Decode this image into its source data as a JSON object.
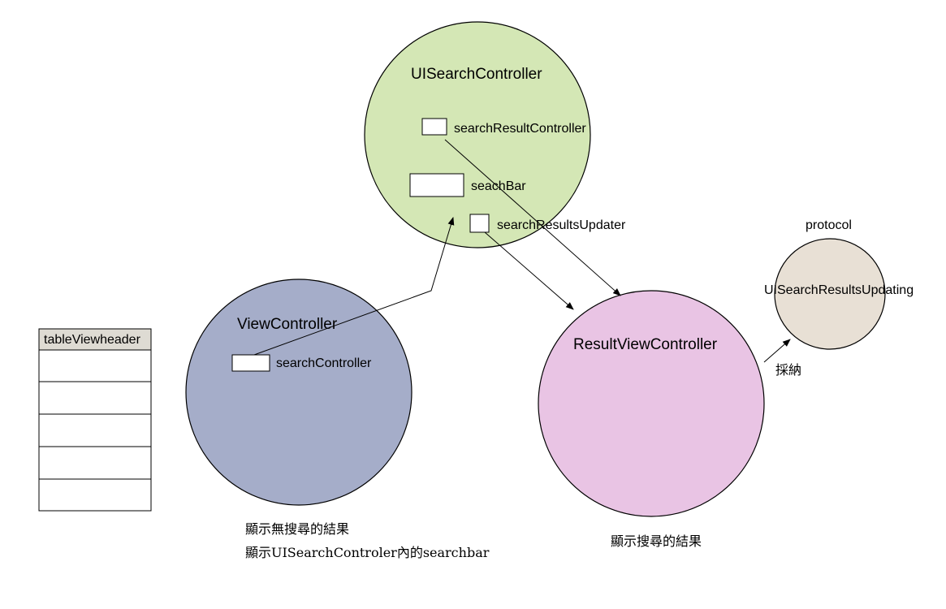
{
  "colors": {
    "ui_search_controller": "#d4e7b5",
    "view_controller": "#a5adc9",
    "result_view_controller": "#e9c4e4",
    "protocol": "#e8e0d5",
    "table_header": "#dedbd3"
  },
  "ui_search_controller": {
    "title": "UISearchController",
    "search_result_controller": "searchResultController",
    "search_bar": "seachBar",
    "search_results_updater": "searchResultsUpdater"
  },
  "view_controller": {
    "title": "ViewController",
    "search_controller": "searchController",
    "note_line1": "顯示無搜尋的結果",
    "note_line2": "顯示UISearchControler內的searchbar"
  },
  "result_view_controller": {
    "title": "ResultViewController",
    "note": "顯示搜尋的結果"
  },
  "protocol": {
    "caption": "protocol",
    "name": "UISearchResultsUpdating",
    "adopt_label": "採納"
  },
  "table": {
    "header": "tableViewheader",
    "row_count": 5
  }
}
